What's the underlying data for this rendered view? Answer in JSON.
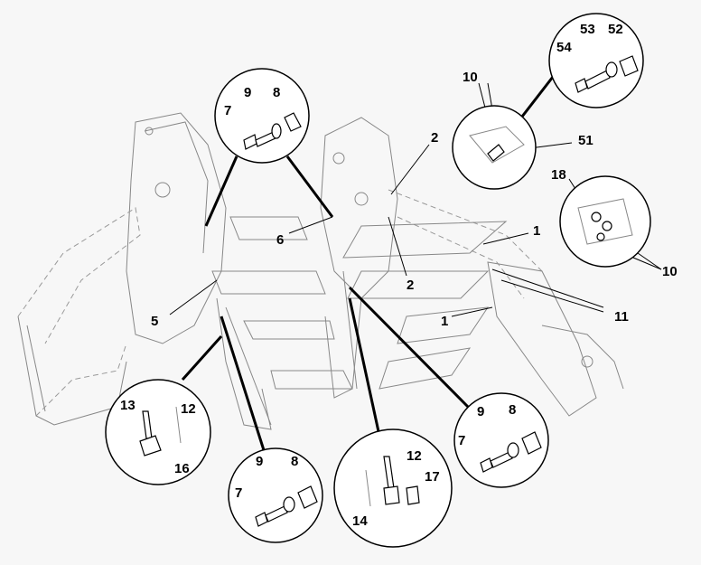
{
  "labels": {
    "l1a": "1",
    "l1b": "1",
    "l2a": "2",
    "l2b": "2",
    "l5": "5",
    "l6": "6",
    "l10a": "10",
    "l10b": "10",
    "l11": "11",
    "l18": "18",
    "l51": "51",
    "top_bolt": {
      "n7": "7",
      "n9": "9",
      "n8": "8"
    },
    "tr_bolt": {
      "n54": "54",
      "n53": "53",
      "n52": "52"
    },
    "bl_fitting": {
      "n13": "13",
      "n12": "12",
      "n16": "16"
    },
    "bm_bolt": {
      "n9": "9",
      "n8": "8",
      "n7": "7"
    },
    "bc_fitting": {
      "n12": "12",
      "n17": "17",
      "n14": "14"
    },
    "br_bolt": {
      "n9": "9",
      "n8": "8",
      "n7": "7"
    }
  }
}
